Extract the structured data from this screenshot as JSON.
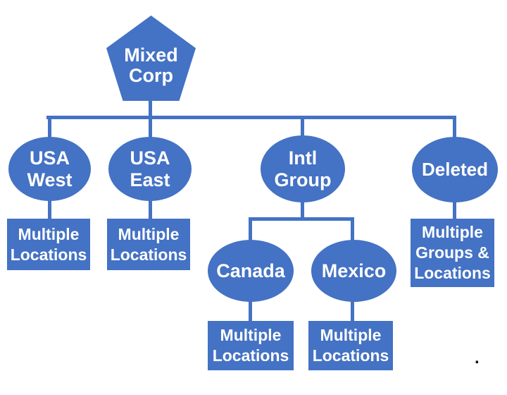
{
  "colors": {
    "shape_fill": "#4472C4",
    "shape_text": "#FFFFFF",
    "connector": "#4472C4",
    "background": "#FFFFFF"
  },
  "nodes": {
    "root": {
      "l1": "Mixed",
      "l2": "Corp"
    },
    "usa_west": {
      "l1": "USA",
      "l2": "West"
    },
    "usa_east": {
      "l1": "USA",
      "l2": "East"
    },
    "intl_group": {
      "l1": "Intl",
      "l2": "Group"
    },
    "deleted": {
      "l1": "Deleted"
    },
    "canada": {
      "l1": "Canada"
    },
    "mexico": {
      "l1": "Mexico"
    },
    "usa_west_box": {
      "l1": "Multiple",
      "l2": "Locations"
    },
    "usa_east_box": {
      "l1": "Multiple",
      "l2": "Locations"
    },
    "deleted_box": {
      "l1": "Multiple",
      "l2": "Groups &",
      "l3": "Locations"
    },
    "canada_box": {
      "l1": "Multiple",
      "l2": "Locations"
    },
    "mexico_box": {
      "l1": "Multiple",
      "l2": "Locations"
    }
  },
  "footnote": {
    "text": "."
  }
}
